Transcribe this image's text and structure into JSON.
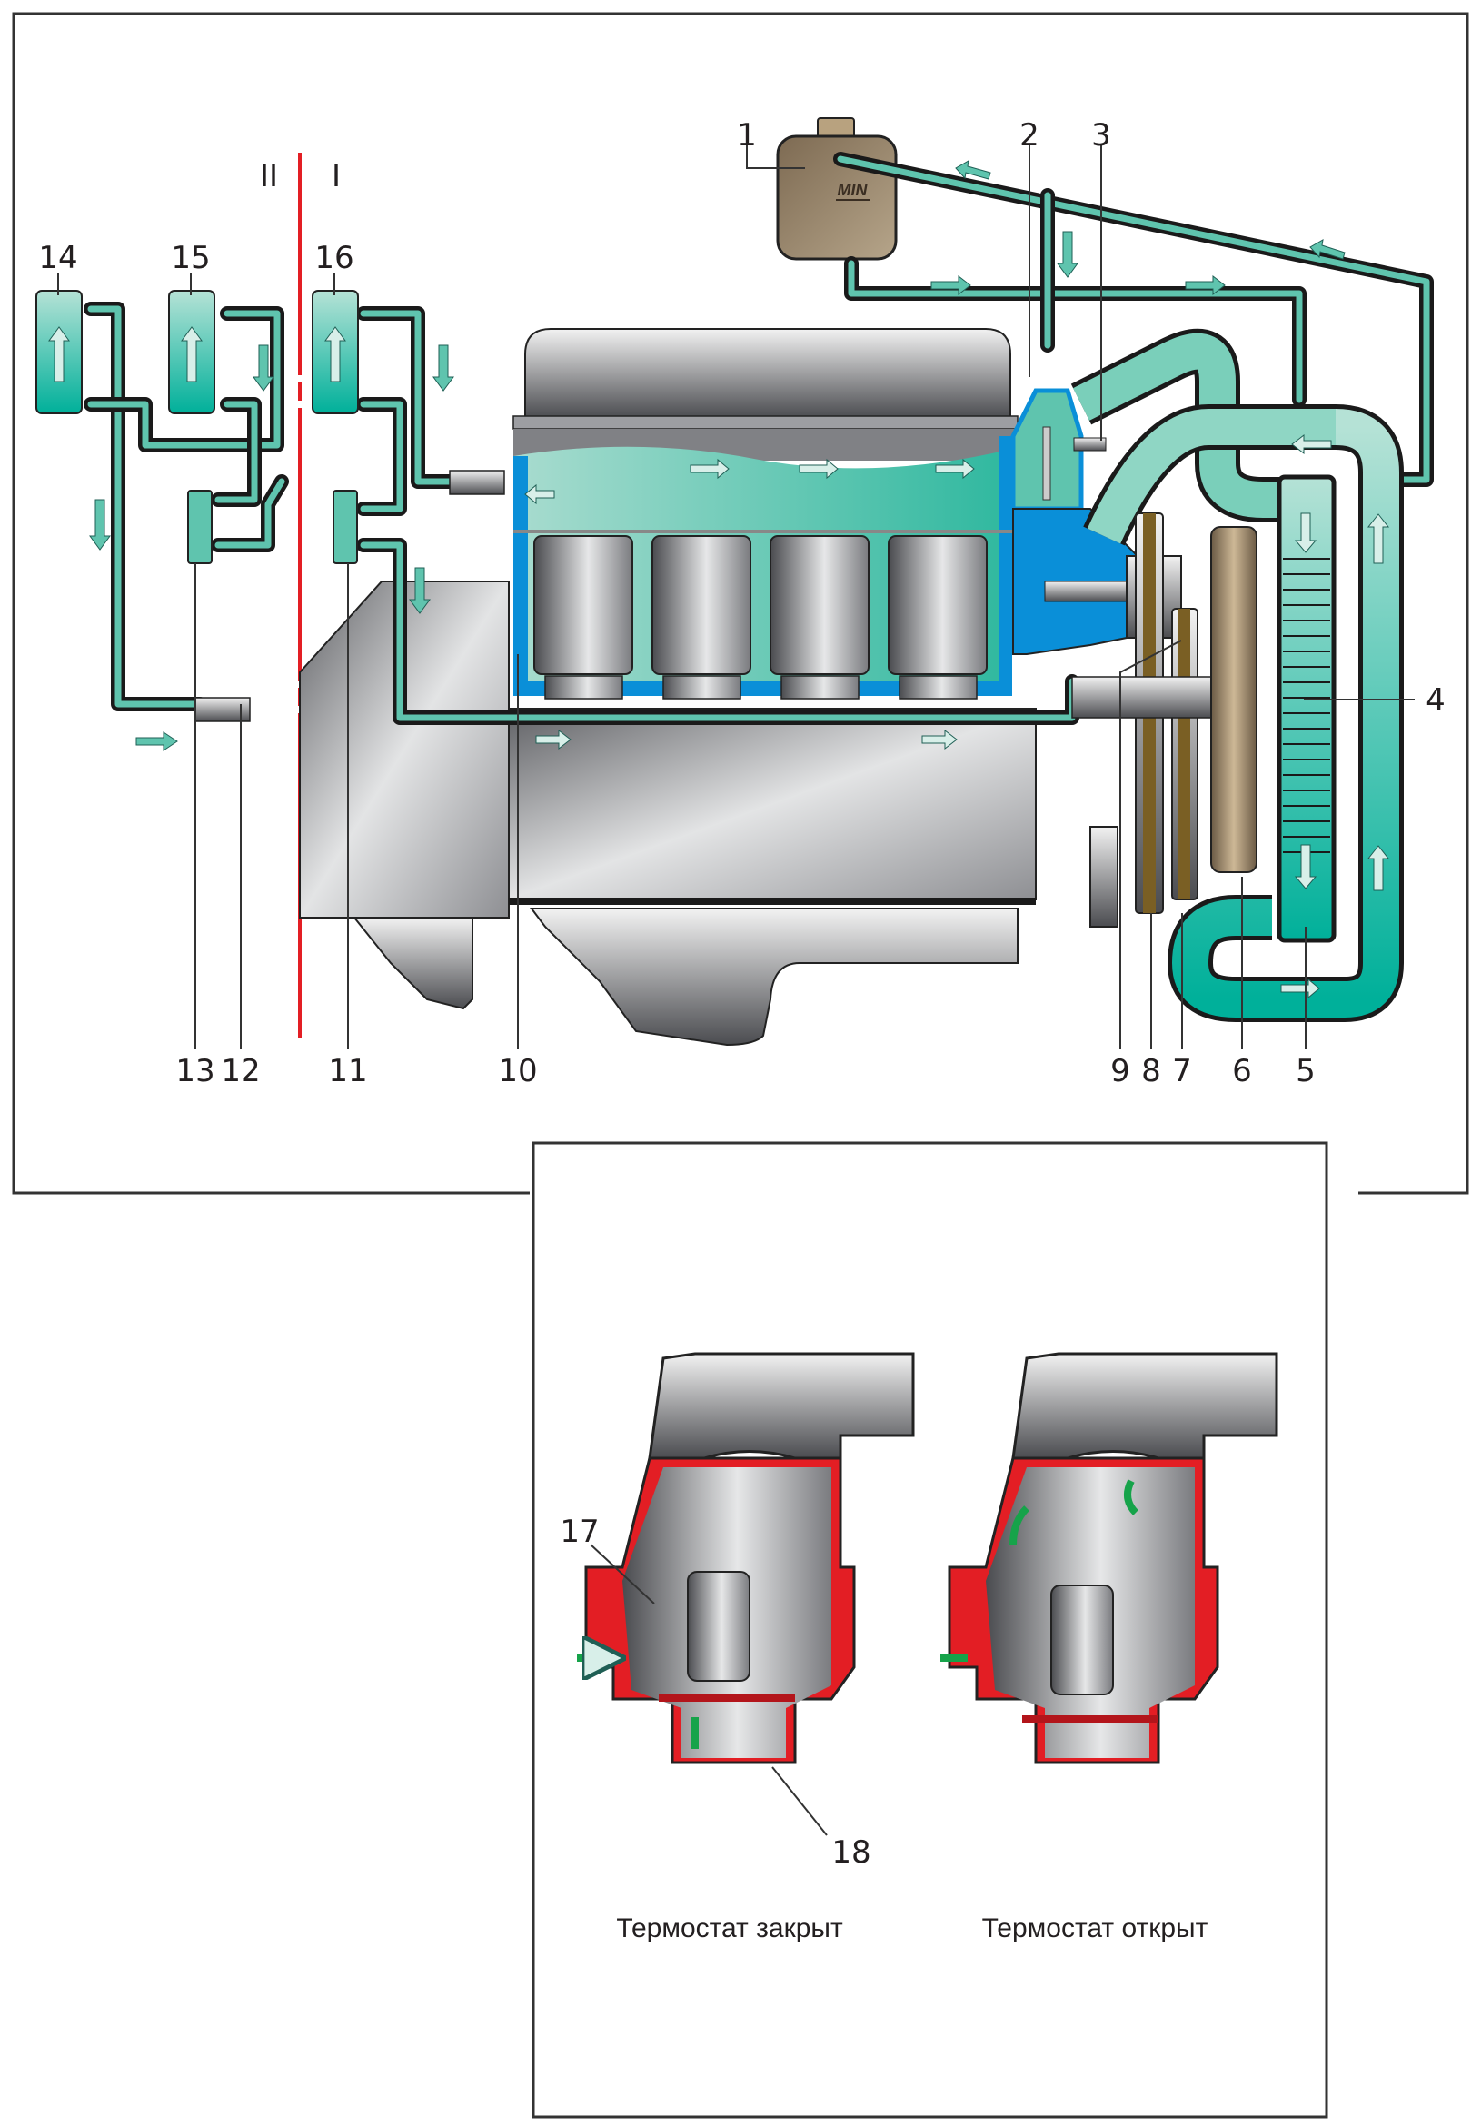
{
  "title": "Схема системы охлаждения двигателя",
  "colors": {
    "coolant": "#5fc4ae",
    "coolant_light": "#a9dccf",
    "coolant_dark": "#00b09a",
    "block_blue": "#0a8fd8",
    "metal_gray": "#9a9b9f",
    "thermostat_red": "#e31e24",
    "flow_arrow_green": "#16a34a",
    "tank_brown": "#9a8366",
    "divider_red": "#e31e24"
  },
  "zones": {
    "zone_1": "I",
    "zone_2": "II"
  },
  "tank": {
    "level_mark": "MIN"
  },
  "callouts": [
    {
      "id": "1",
      "part": "expansion-tank"
    },
    {
      "id": "2",
      "part": "thermostat"
    },
    {
      "id": "3",
      "part": "coolant-temperature-sensor"
    },
    {
      "id": "4",
      "part": "radiator"
    },
    {
      "id": "5",
      "part": "radiator-drain-plug"
    },
    {
      "id": "6",
      "part": "fan"
    },
    {
      "id": "7",
      "part": "fan-pulley"
    },
    {
      "id": "8",
      "part": "drive-belt"
    },
    {
      "id": "9",
      "part": "water-pump"
    },
    {
      "id": "10",
      "part": "block-drain-cock"
    },
    {
      "id": "11",
      "part": "heater-valve"
    },
    {
      "id": "12",
      "part": "pipe-connector"
    },
    {
      "id": "13",
      "part": "heater-valve-rear"
    },
    {
      "id": "14",
      "part": "heater-core-rear"
    },
    {
      "id": "15",
      "part": "heater-core-middle"
    },
    {
      "id": "16",
      "part": "heater-core-front"
    },
    {
      "id": "17",
      "part": "thermostat-bypass-valve"
    },
    {
      "id": "18",
      "part": "thermostat-main-valve"
    }
  ],
  "thermostat_panel": {
    "closed_caption": "Термостат закрыт",
    "open_caption": "Термостат открыт"
  }
}
